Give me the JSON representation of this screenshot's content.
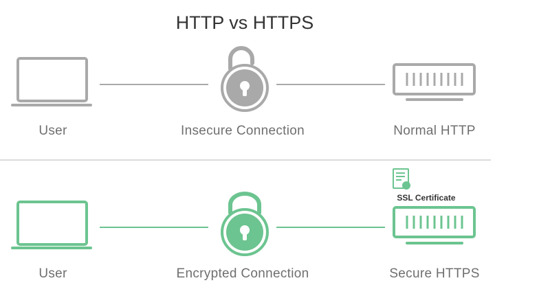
{
  "title": "HTTP vs HTTPS",
  "colors": {
    "insecure": "#a9a9a9",
    "secure": "#6cc490",
    "divider": "#cfcfcf",
    "text": "#6f6f6f"
  },
  "insecure_row": {
    "user_label": "User",
    "connection_label": "Insecure Connection",
    "server_label": "Normal HTTP",
    "lock_state": "open-padlock-icon"
  },
  "secure_row": {
    "user_label": "User",
    "connection_label": "Encrypted Connection",
    "server_label": "Secure HTTPS",
    "lock_state": "closed-padlock-icon",
    "certificate_label": "SSL Certificate"
  }
}
